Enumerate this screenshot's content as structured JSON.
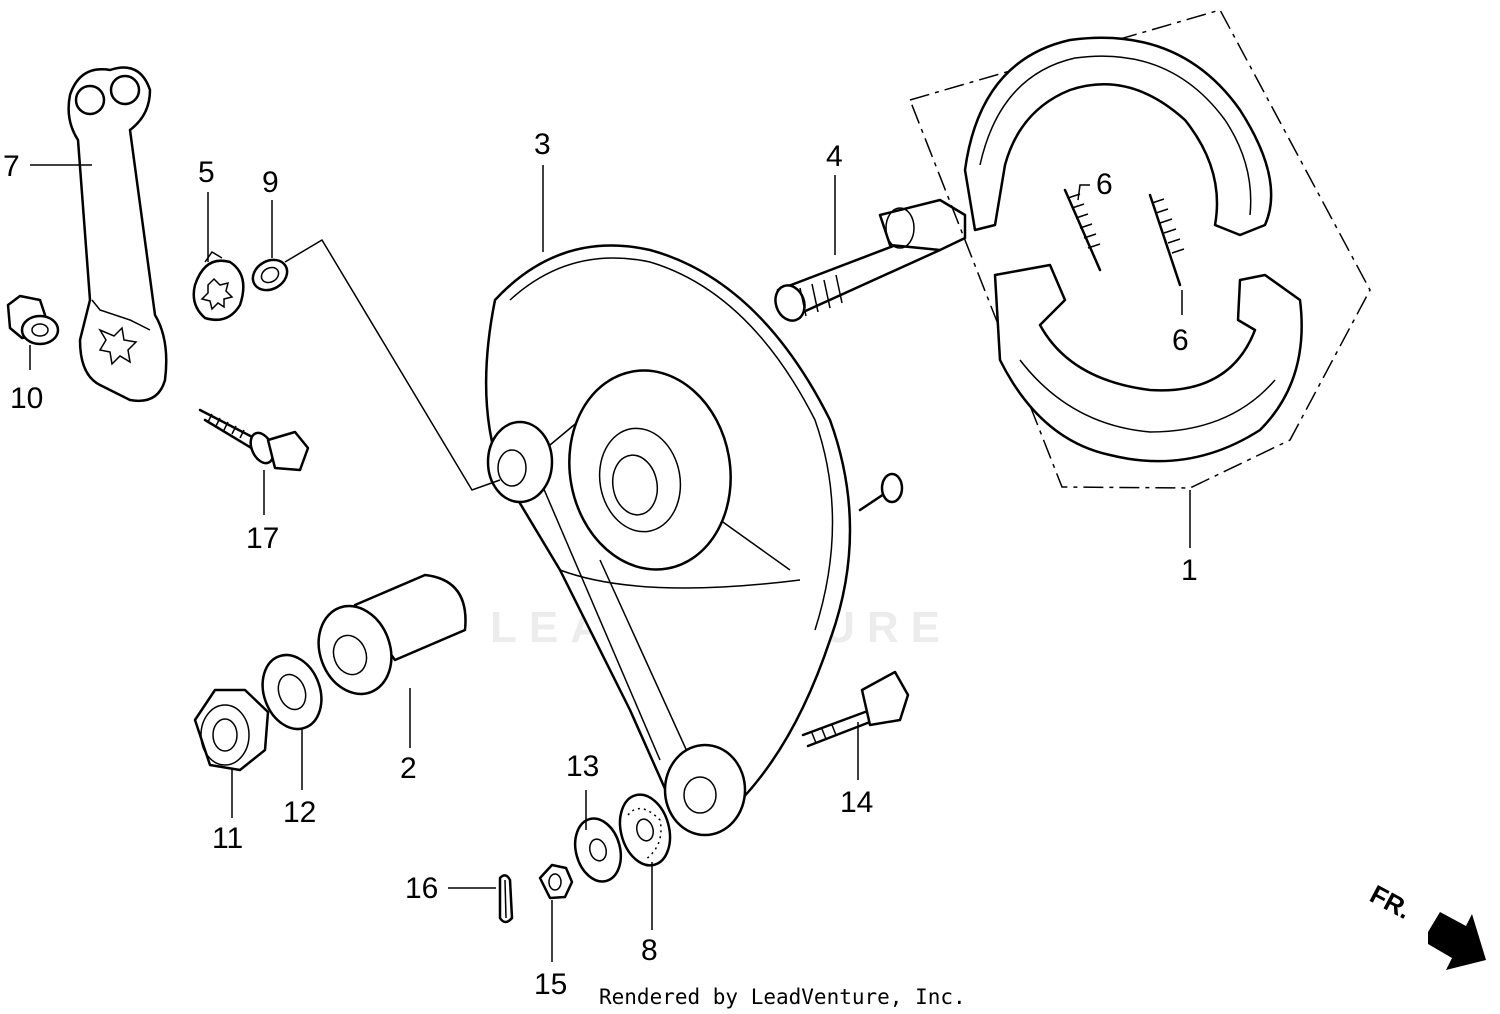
{
  "credit": "Rendered by LeadVenture, Inc.",
  "watermark": "LEADVENTURE",
  "direction_label": "FR.",
  "callouts": {
    "c1": "1",
    "c2": "2",
    "c3": "3",
    "c4": "4",
    "c5": "5",
    "c6a": "6",
    "c6b": "6",
    "c7": "7",
    "c8": "8",
    "c9": "9",
    "c10": "10",
    "c11": "11",
    "c12": "12",
    "c13": "13",
    "c14": "14",
    "c15": "15",
    "c16": "16",
    "c17": "17"
  }
}
